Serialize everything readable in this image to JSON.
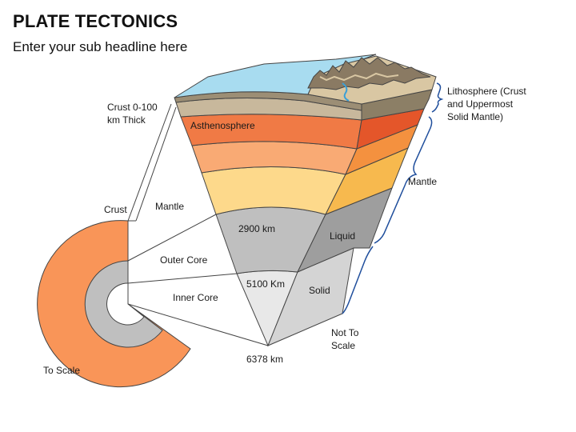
{
  "header": {
    "title": "PLATE TECTONICS",
    "subtitle": "Enter your sub headline here"
  },
  "labels": {
    "crust_thick": [
      "Crust 0-100",
      "km Thick"
    ],
    "lithosphere": [
      "Lithosphere (Crust",
      "and Uppermost",
      "Solid Mantle)"
    ],
    "mantle_right": "Mantle",
    "asthenosphere": "Asthenosphere",
    "depth_2900": "2900 km",
    "liquid": "Liquid",
    "depth_5100": "5100 Km",
    "solid": "Solid",
    "depth_6378": "6378 km",
    "not_to_scale": [
      "Not To",
      "Scale"
    ],
    "crust_left": "Crust",
    "mantle_left": "Mantle",
    "outer_core": "Outer Core",
    "inner_core": "Inner Core",
    "to_scale": "To Scale"
  },
  "colors": {
    "ocean": "#a8dcf0",
    "crust": "#c8b89c",
    "asthenosphere": "#f07a45",
    "upper_mantle": "#f9aa74",
    "lower_mantle": "#fdd98b",
    "outer_core": "#bdbdbd",
    "inner_core": "#e6e6e6",
    "scale_crust_mantle": "#f99558",
    "bracket": "#1f4e9c"
  }
}
